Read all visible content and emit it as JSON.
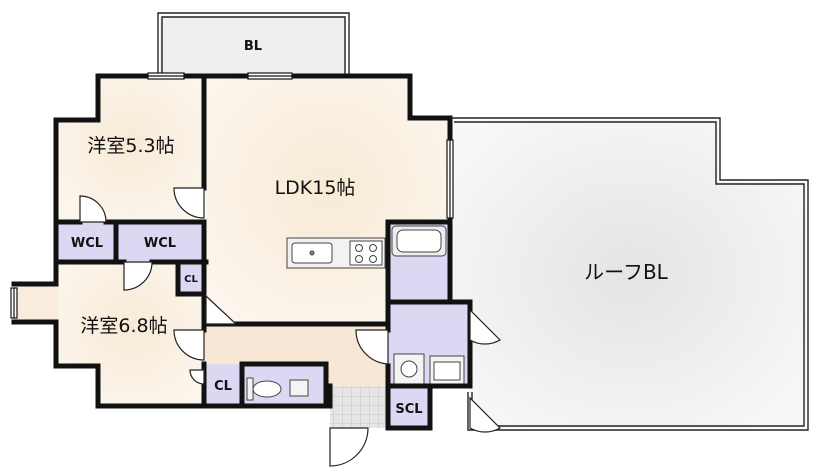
{
  "plan": {
    "rooms": {
      "balcony": "BL",
      "western_room_1": "洋室5.3帖",
      "ldk": "LDK15帖",
      "wcl_1": "WCL",
      "wcl_2": "WCL",
      "closet_small": "CL",
      "western_room_2": "洋室6.8帖",
      "closet_2": "CL",
      "shoe_closet": "SCL",
      "roof_balcony": "ルーフBL"
    },
    "colors": {
      "wall": "#111111",
      "wood_floor": "#f6e6cf",
      "wet_area": "#dcd8f3",
      "roof_floor": "#ececec",
      "balcony_floor": "#eeeeee",
      "entrance_tile": "#dddddd"
    }
  }
}
